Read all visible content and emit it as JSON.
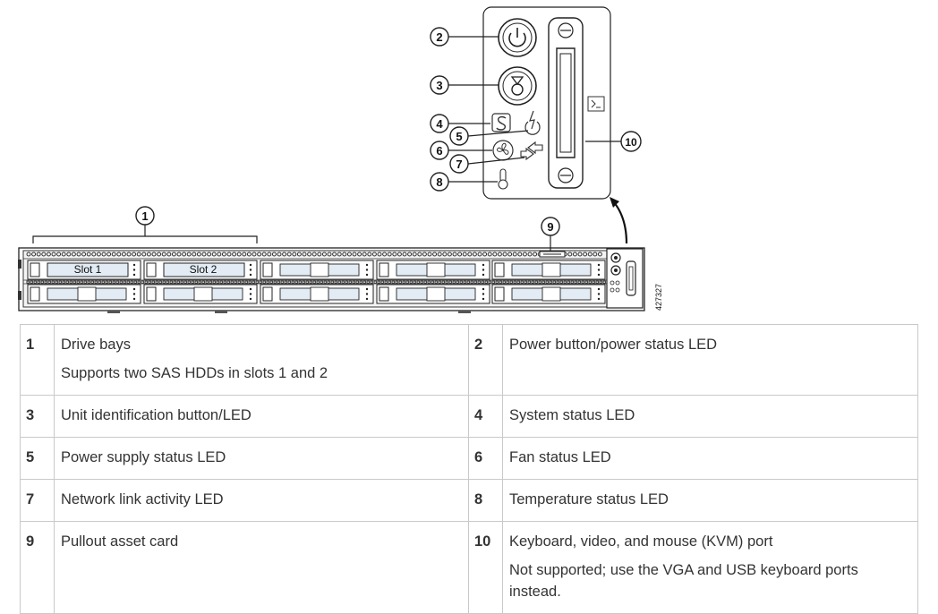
{
  "diagram": {
    "slot_labels": [
      "Slot 1",
      "Slot 2"
    ],
    "figure_number": "427327",
    "callouts": [
      "1",
      "2",
      "3",
      "4",
      "5",
      "6",
      "7",
      "8",
      "9",
      "10"
    ]
  },
  "legend": {
    "rows": [
      {
        "left": {
          "num": "1",
          "label": "Drive bays",
          "note": "Supports two SAS HDDs in slots 1 and 2"
        },
        "right": {
          "num": "2",
          "label": "Power button/power status LED",
          "note": ""
        }
      },
      {
        "left": {
          "num": "3",
          "label": "Unit identification button/LED",
          "note": ""
        },
        "right": {
          "num": "4",
          "label": "System status LED",
          "note": ""
        }
      },
      {
        "left": {
          "num": "5",
          "label": "Power supply status LED",
          "note": ""
        },
        "right": {
          "num": "6",
          "label": "Fan status LED",
          "note": ""
        }
      },
      {
        "left": {
          "num": "7",
          "label": "Network link activity LED",
          "note": ""
        },
        "right": {
          "num": "8",
          "label": "Temperature status LED",
          "note": ""
        }
      },
      {
        "left": {
          "num": "9",
          "label": "Pullout asset card",
          "note": ""
        },
        "right": {
          "num": "10",
          "label": "Keyboard, video, and mouse (KVM) port",
          "note": "Not supported; use the VGA and USB keyboard ports instead."
        }
      }
    ]
  }
}
